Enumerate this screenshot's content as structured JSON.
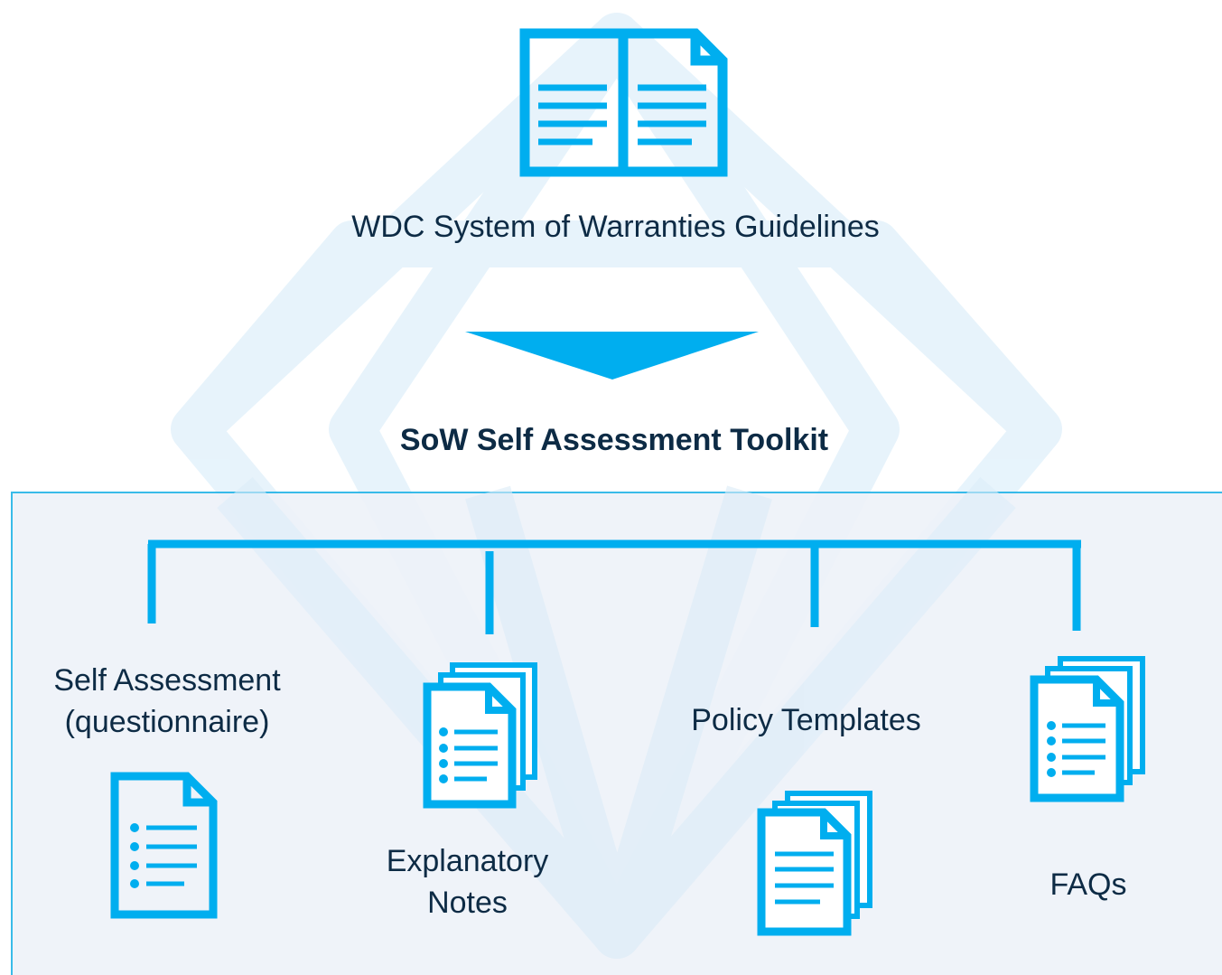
{
  "diagram": {
    "top_document": {
      "label": "WDC System of Warranties Guidelines",
      "icon": "open-book-document-icon"
    },
    "arrow": {
      "icon": "down-arrow-icon"
    },
    "toolkit_title": "SoW Self Assessment Toolkit",
    "panel": {
      "items": [
        {
          "label": "Self Assessment (questionnaire)",
          "icon": "single-document-list-icon"
        },
        {
          "label": "Explanatory Notes",
          "icon": "stacked-documents-list-icon"
        },
        {
          "label": "Policy Templates",
          "icon": "stacked-documents-lines-icon"
        },
        {
          "label": "FAQs",
          "icon": "stacked-documents-list-icon"
        }
      ]
    },
    "colors": {
      "accent": "#00aeef",
      "text": "#0d2b45",
      "panel_fill": "#eef2f9",
      "panel_border": "#29b6e8",
      "watermark": "#e3f2fb"
    }
  }
}
